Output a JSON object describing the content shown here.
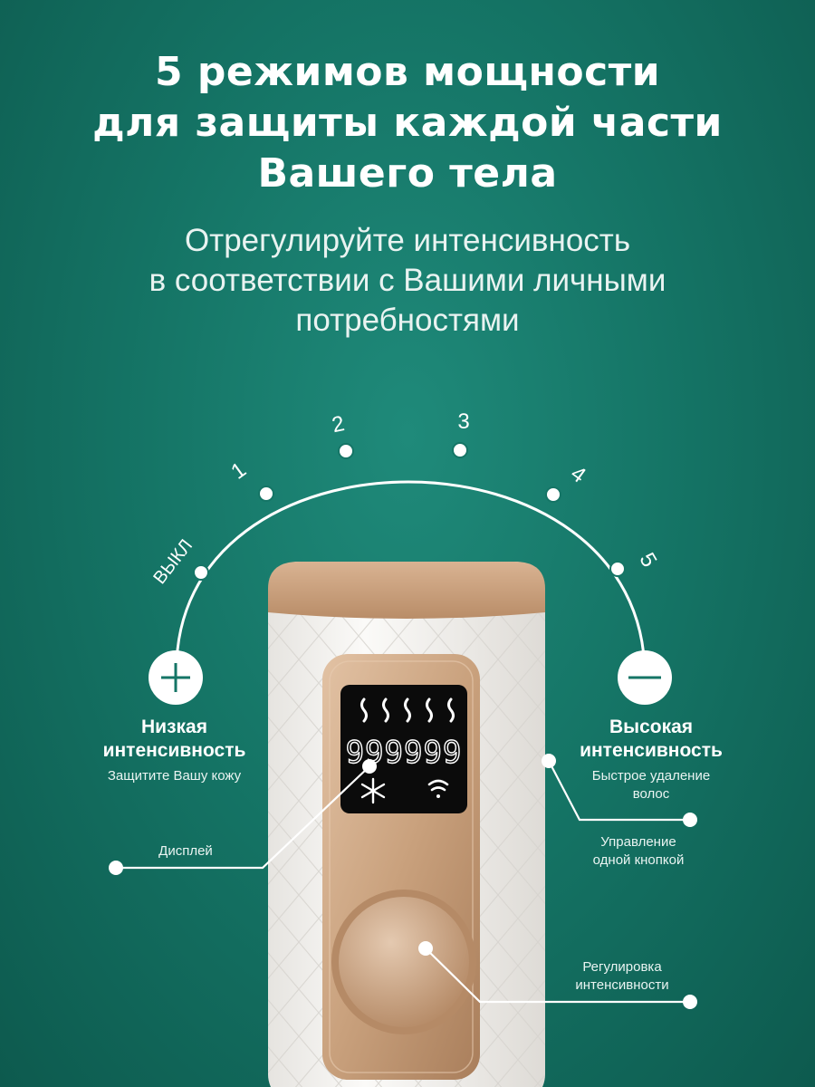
{
  "header": {
    "title_lines": [
      "5 режимов мощности",
      "для защиты каждой части",
      "Вашего тела"
    ],
    "subtitle_lines": [
      "Отрегулируйте интенсивность",
      "в соответствии с Вашими личными",
      "потребностями"
    ]
  },
  "dial": {
    "marks": [
      "ВЫКЛ",
      "1",
      "2",
      "3",
      "4",
      "5"
    ],
    "plus_symbol": "+",
    "minus_symbol": "−"
  },
  "device": {
    "display_counter": "999999",
    "flash_icon": "wavy-flash-icon",
    "mode_icon": "snowflake-icon",
    "signal_icon": "signal-icon"
  },
  "left_panel": {
    "title_line1": "Низкая",
    "title_line2": "интенсивность",
    "caption": "Защитите Вашу кожу",
    "display_label": "Дисплей"
  },
  "right_panel": {
    "title_line1": "Высокая",
    "title_line2": "интенсивность",
    "caption_line1": "Быстрое удаление",
    "caption_line2": "волос",
    "one_button_line1": "Управление",
    "one_button_line2": "одной кнопкой",
    "intensity_line1": "Регулировка",
    "intensity_line2": "интенсивности"
  },
  "colors": {
    "background": "#157566",
    "accent_gold": "#c9a17d",
    "device_white": "#f4f3f1",
    "display_black": "#0b0b0b"
  }
}
